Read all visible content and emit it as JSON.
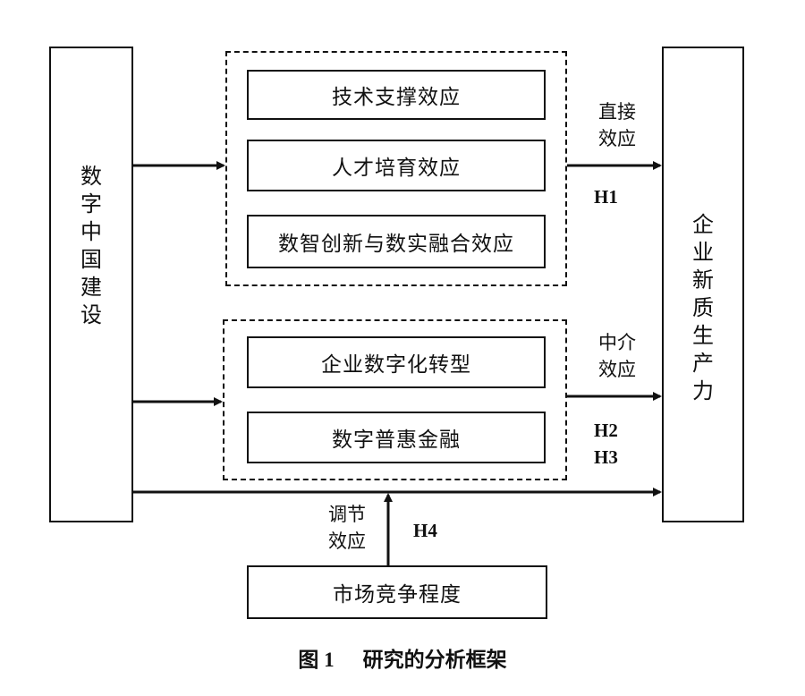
{
  "left_box": {
    "label": "数字中国建设"
  },
  "right_box": {
    "label": "企业新质生产力"
  },
  "group_direct": {
    "items": [
      "技术支撑效应",
      "人才培育效应",
      "数智创新与数实融合效应"
    ]
  },
  "group_mediation": {
    "items": [
      "企业数字化转型",
      "数字普惠金融"
    ]
  },
  "moderator_box": {
    "label": "市场竞争程度"
  },
  "edge_labels": {
    "direct_line1": "直接",
    "direct_line2": "效应",
    "h1": "H1",
    "mediation_line1": "中介",
    "mediation_line2": "效应",
    "h2": "H2",
    "h3": "H3",
    "moderation_line1": "调节",
    "moderation_line2": "效应",
    "h4": "H4"
  },
  "caption": {
    "figure_number": "图 1",
    "title": "研究的分析框架"
  }
}
